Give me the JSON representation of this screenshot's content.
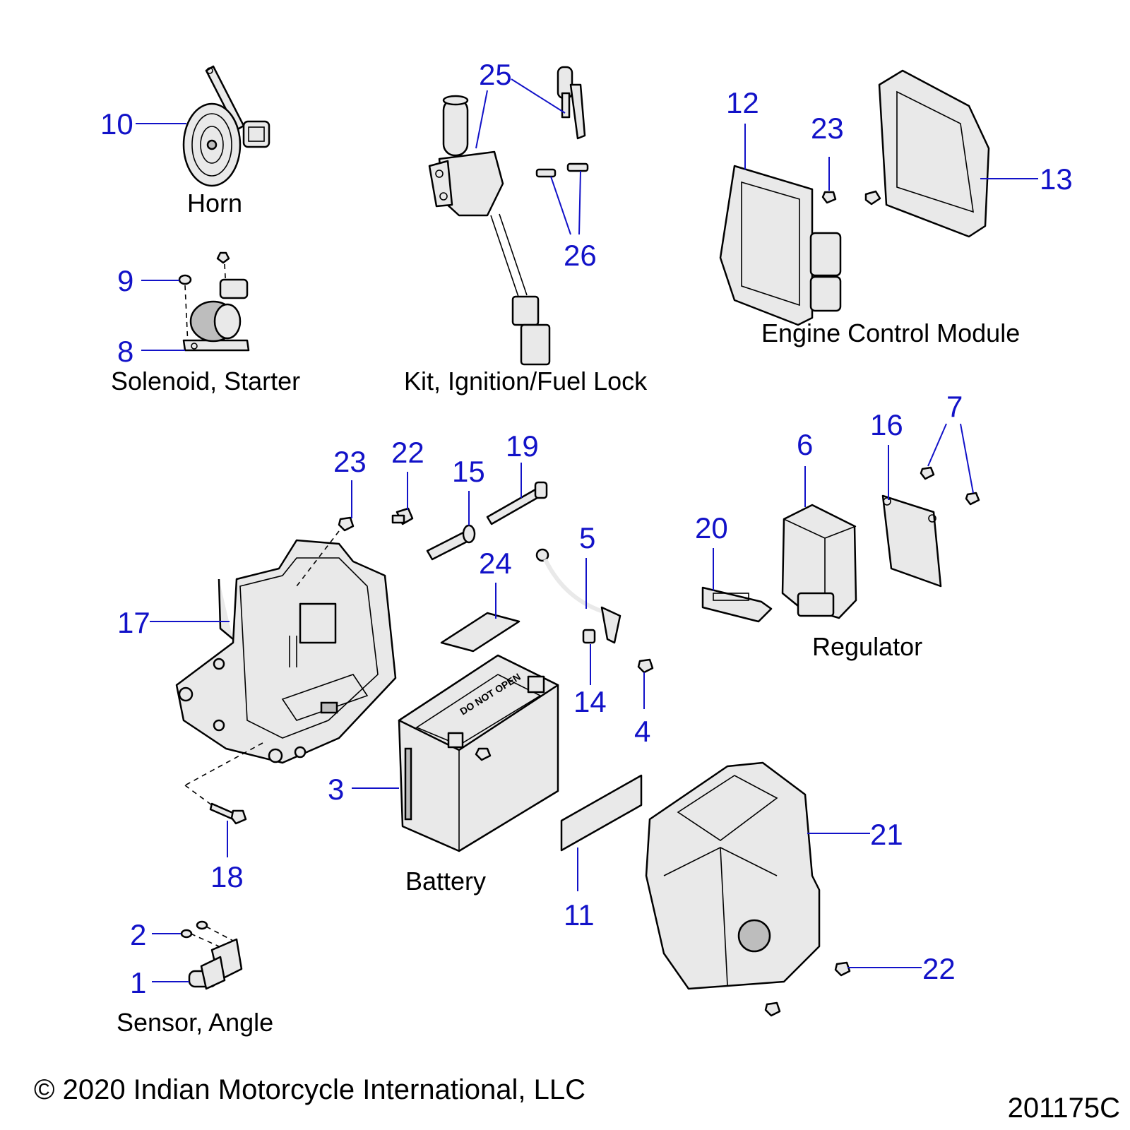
{
  "captions": {
    "horn": "Horn",
    "solenoid": "Solenoid, Starter",
    "ignition": "Kit, Ignition/Fuel Lock",
    "ecm": "Engine Control Module",
    "regulator": "Regulator",
    "battery": "Battery",
    "sensor": "Sensor, Angle"
  },
  "callouts": {
    "c1": "1",
    "c2": "2",
    "c3": "3",
    "c4": "4",
    "c5": "5",
    "c6": "6",
    "c7": "7",
    "c8": "8",
    "c9": "9",
    "c10": "10",
    "c11": "11",
    "c12": "12",
    "c13": "13",
    "c14": "14",
    "c15": "15",
    "c16": "16",
    "c17": "17",
    "c18": "18",
    "c19": "19",
    "c20": "20",
    "c21": "21",
    "c22a": "22",
    "c22b": "22",
    "c23a": "23",
    "c23b": "23",
    "c24": "24",
    "c25": "25",
    "c26": "26"
  },
  "battery_label": "DO NOT OPEN",
  "footer": {
    "copyright": "© 2020 Indian Motorcycle International, LLC",
    "drawing_number": "201175C"
  },
  "colors": {
    "callout": "#1212c8",
    "part_fill": "#e9e9e9",
    "line": "#000000"
  }
}
